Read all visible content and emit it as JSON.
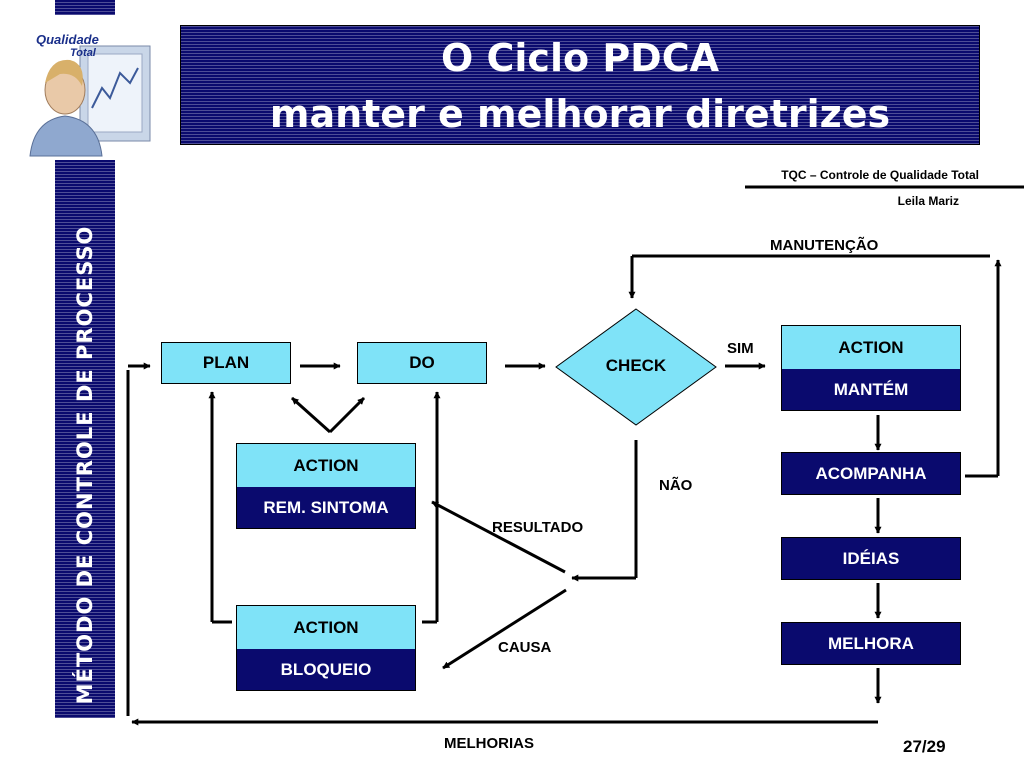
{
  "title": {
    "line1": "O Ciclo PDCA",
    "line2": "manter e melhorar diretrizes"
  },
  "side_label": "MÉTODO DE CONTROLE DE PROCESSO",
  "logo": {
    "brand": "Qualidade Total"
  },
  "header_right": {
    "course": "TQC – Controle de Qualidade Total",
    "author": "Leila Mariz"
  },
  "diagram": {
    "plan": "PLAN",
    "do": "DO",
    "check": "CHECK",
    "action_mid": {
      "top": "ACTION",
      "bottom": "REM. SINTOMA"
    },
    "action_low": {
      "top": "ACTION",
      "bottom": "BLOQUEIO"
    },
    "action_right": {
      "top": "ACTION",
      "bottom": "MANTÉM"
    },
    "acompanha": "ACOMPANHA",
    "ideias": "IDÉIAS",
    "melhora": "MELHORA",
    "labels": {
      "manutencao": "MANUTENÇÃO",
      "sim": "SIM",
      "nao": "NÃO",
      "resultado": "RESULTADO",
      "causa": "CAUSA",
      "melhorias": "MELHORIAS"
    }
  },
  "page_number": "27/29",
  "colors": {
    "navy": "#0a0a6e",
    "cyan": "#7fe3f8"
  }
}
